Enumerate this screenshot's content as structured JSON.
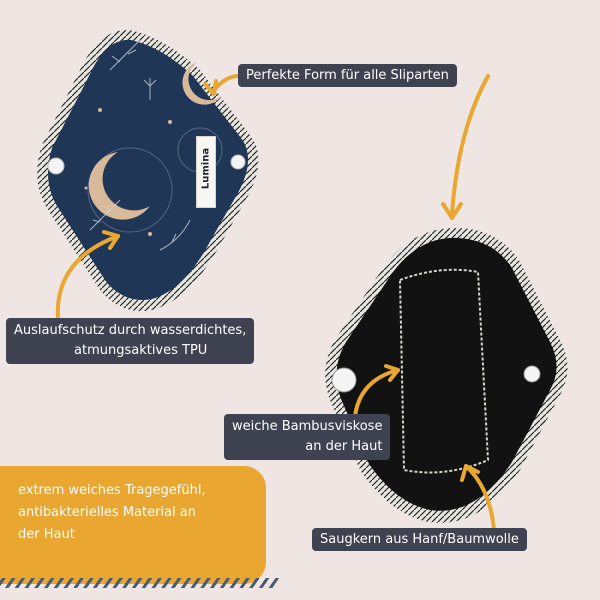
{
  "labels": {
    "form": "Perfekte Form für alle Sliparten",
    "leak_line1": "Auslaufschutz durch wasserdichtes,",
    "leak_line2": "atmungsaktives TPU",
    "bamboo_line1": "weiche Bambusviskose",
    "bamboo_line2": "an der Haut",
    "core": "Saugkern aus Hanf/Baumwolle"
  },
  "promo": {
    "line1": "extrem weiches Tragegefühl,",
    "line2": "antibakterielles Material an",
    "line3": "der Haut"
  },
  "brand": {
    "name": "Lumina"
  },
  "colors": {
    "background": "#efe6e3",
    "pad_blue": "#1f3656",
    "pad_black": "#121212",
    "arrow": "#e9a631",
    "label_bg": "#3f4351"
  }
}
